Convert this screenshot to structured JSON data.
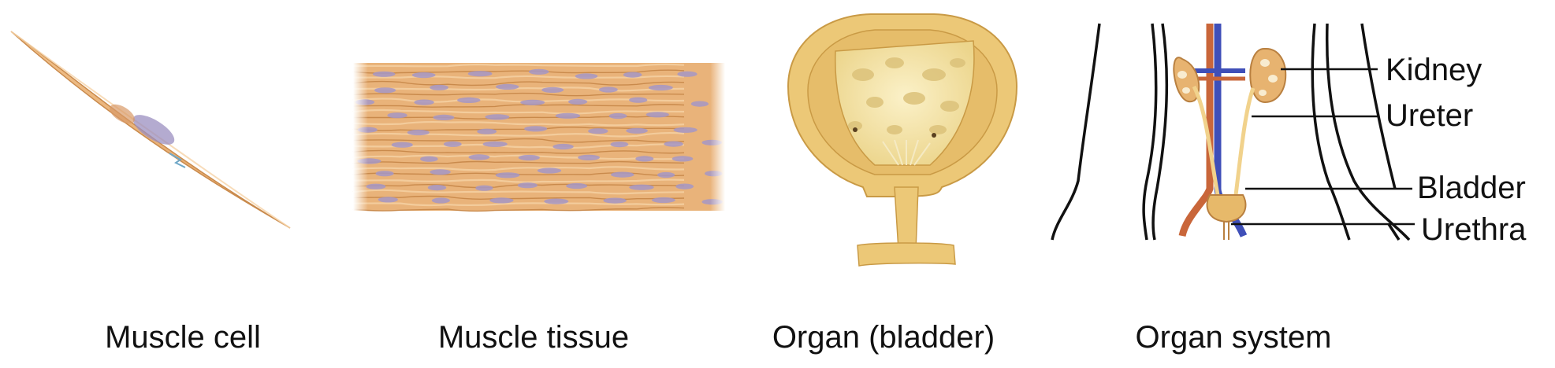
{
  "panels": [
    {
      "caption": "Muscle cell"
    },
    {
      "caption": "Muscle tissue"
    },
    {
      "caption": "Organ (bladder)"
    },
    {
      "caption": "Organ system"
    }
  ],
  "organ_system_labels": [
    "Kidney",
    "Ureter",
    "Bladder",
    "Urethra"
  ],
  "colors": {
    "muscle": "#e9b37a",
    "muscle_dark": "#c98a4c",
    "nucleus": "#9b8fc0",
    "bladder_fill": "#f1e2a4",
    "bladder_spots": "#dcc27a",
    "vein": "#3f4fb8",
    "artery": "#c9663a",
    "line": "#111111"
  }
}
